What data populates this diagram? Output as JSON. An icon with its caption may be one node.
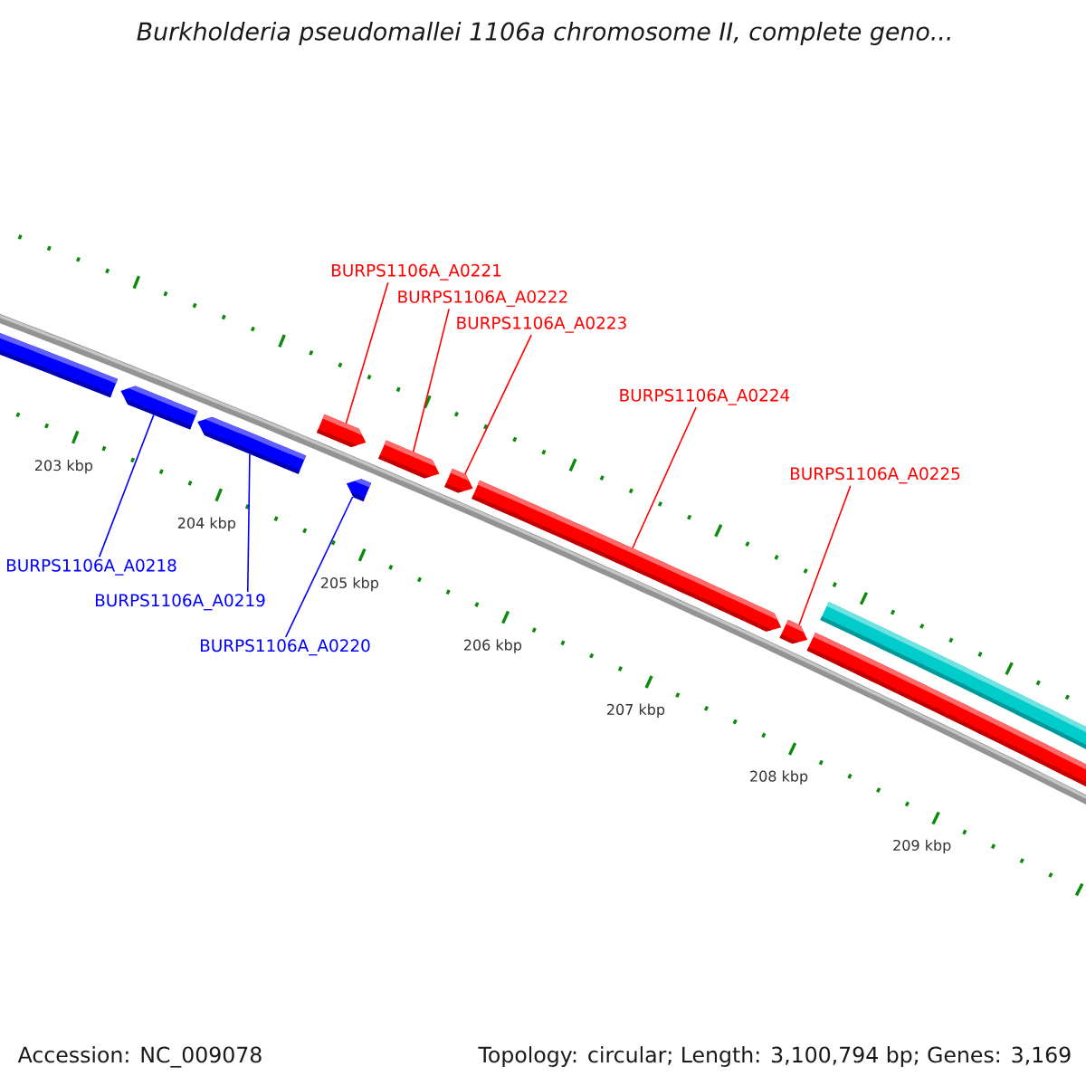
{
  "diagram": {
    "title": "Burkholderia pseudomallei 1106a chromosome II, complete geno...",
    "nodes": [
      {
        "text": [
          "BURPS1106A_A0221"
        ]
      },
      {
        "text": [
          "BURPS1106A_A0222"
        ]
      },
      {
        "text": [
          "BURPS1106A_A0223"
        ]
      },
      {
        "text": [
          "BURPS1106A_A0224"
        ]
      },
      {
        "text": [
          "BURPS1106A_A0225"
        ]
      },
      {
        "text": [
          "BURPS1106A_A0218"
        ]
      },
      {
        "text": [
          "BURPS1106A_A0219"
        ]
      },
      {
        "text": [
          "BURPS1106A_A0220"
        ]
      },
      {
        "text": [],
        "shape": "bar"
      },
      {
        "text": [],
        "shape": "bar"
      },
      {
        "text": [],
        "shape": "bar"
      },
      {
        "text": [],
        "shape": "bar"
      },
      {
        "text": [],
        "shape": "bar"
      },
      {
        "text": [],
        "shape": "bar"
      },
      {
        "text": [],
        "shape": "bar"
      },
      {
        "text": [],
        "shape": "bar"
      },
      {
        "text": [],
        "shape": "bar"
      },
      {
        "text": [],
        "shape": "bar"
      },
      {
        "text": [],
        "shape": "bar"
      }
    ],
    "edges": [
      {
        "from": 0,
        "to": 11,
        "arrow": "none"
      },
      {
        "from": 1,
        "to": 13,
        "arrow": "none"
      },
      {
        "from": 2,
        "to": 14,
        "arrow": "none"
      },
      {
        "from": 3,
        "to": 15,
        "arrow": "none"
      },
      {
        "from": 4,
        "to": 16,
        "arrow": "none"
      },
      {
        "from": 5,
        "to": 9,
        "arrow": "none",
        "color": "#0000ff"
      },
      {
        "from": 6,
        "to": 10,
        "arrow": "none",
        "color": "#0000ff"
      },
      {
        "from": 7,
        "to": 12,
        "arrow": "none",
        "color": "#0000ff"
      }
    ],
    "labels": [
      "203 kbp",
      "204 kbp",
      "205 kbp",
      "206 kbp",
      "207 kbp",
      "208 kbp",
      "209 kbp",
      "Accession: NC_009078",
      "Topology: circular; Length: 3,100,794 bp; Genes: 3,169"
    ]
  }
}
